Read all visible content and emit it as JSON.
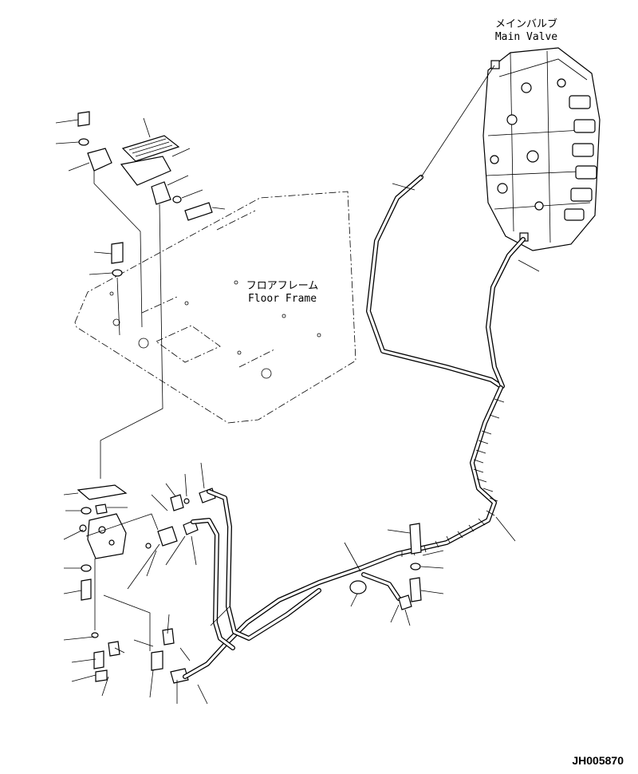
{
  "labels": {
    "main_valve_jp": "メインバルブ",
    "main_valve_en": "Main Valve",
    "floor_frame_jp": "フロアフレーム",
    "floor_frame_en": "Floor Frame"
  },
  "drawing_code": "JH005870"
}
